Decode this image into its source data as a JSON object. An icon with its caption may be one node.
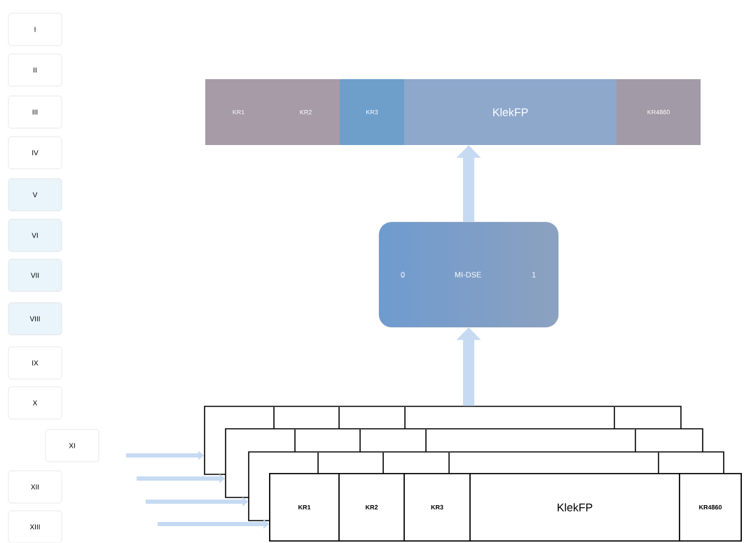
{
  "diagram": {
    "nodes": [
      {
        "text": [
          "I"
        ]
      },
      {
        "text": [
          "II"
        ]
      },
      {
        "text": [
          "III"
        ]
      },
      {
        "text": [
          "IV"
        ]
      },
      {
        "text": [
          "V"
        ]
      },
      {
        "text": [
          "VI"
        ]
      },
      {
        "text": [
          "VII"
        ]
      },
      {
        "text": [
          "VIII"
        ]
      },
      {
        "text": [
          "IX"
        ]
      },
      {
        "text": [
          "X"
        ]
      },
      {
        "text": [
          "XI"
        ]
      },
      {
        "text": [
          "XII"
        ]
      },
      {
        "text": [
          "XIII"
        ]
      },
      {
        "text": [
          "KR1"
        ]
      },
      {
        "text": [
          "KR2"
        ]
      },
      {
        "text": [
          "KR3"
        ]
      },
      {
        "text": [
          "KlekFP"
        ]
      },
      {
        "text": [
          "KR4860"
        ]
      },
      {
        "text": [
          "0",
          "MI-DSE",
          "1"
        ]
      },
      {
        "text": [],
        "shape": "box"
      },
      {
        "text": [],
        "shape": "box"
      },
      {
        "text": [],
        "shape": "box"
      },
      {
        "text": [],
        "shape": "box"
      },
      {
        "text": [
          "KR1"
        ],
        "in": 22
      },
      {
        "text": [
          "KR2"
        ],
        "in": 22
      },
      {
        "text": [
          "KR3"
        ],
        "in": 22
      },
      {
        "text": [
          "KlekFP"
        ],
        "in": 22
      },
      {
        "text": [
          "KR4860"
        ],
        "in": 22
      }
    ],
    "edges": [
      {
        "from": null,
        "to": 19,
        "arrow": "to"
      },
      {
        "from": null,
        "to": 20,
        "arrow": "to"
      },
      {
        "from": null,
        "to": 21,
        "arrow": "to"
      },
      {
        "from": null,
        "to": 22,
        "arrow": "to"
      },
      {
        "from": 19,
        "to": 18,
        "arrow": "to",
        "style": "thick"
      },
      {
        "from": 18,
        "to": 16,
        "arrow": "to",
        "style": "thick"
      }
    ]
  }
}
